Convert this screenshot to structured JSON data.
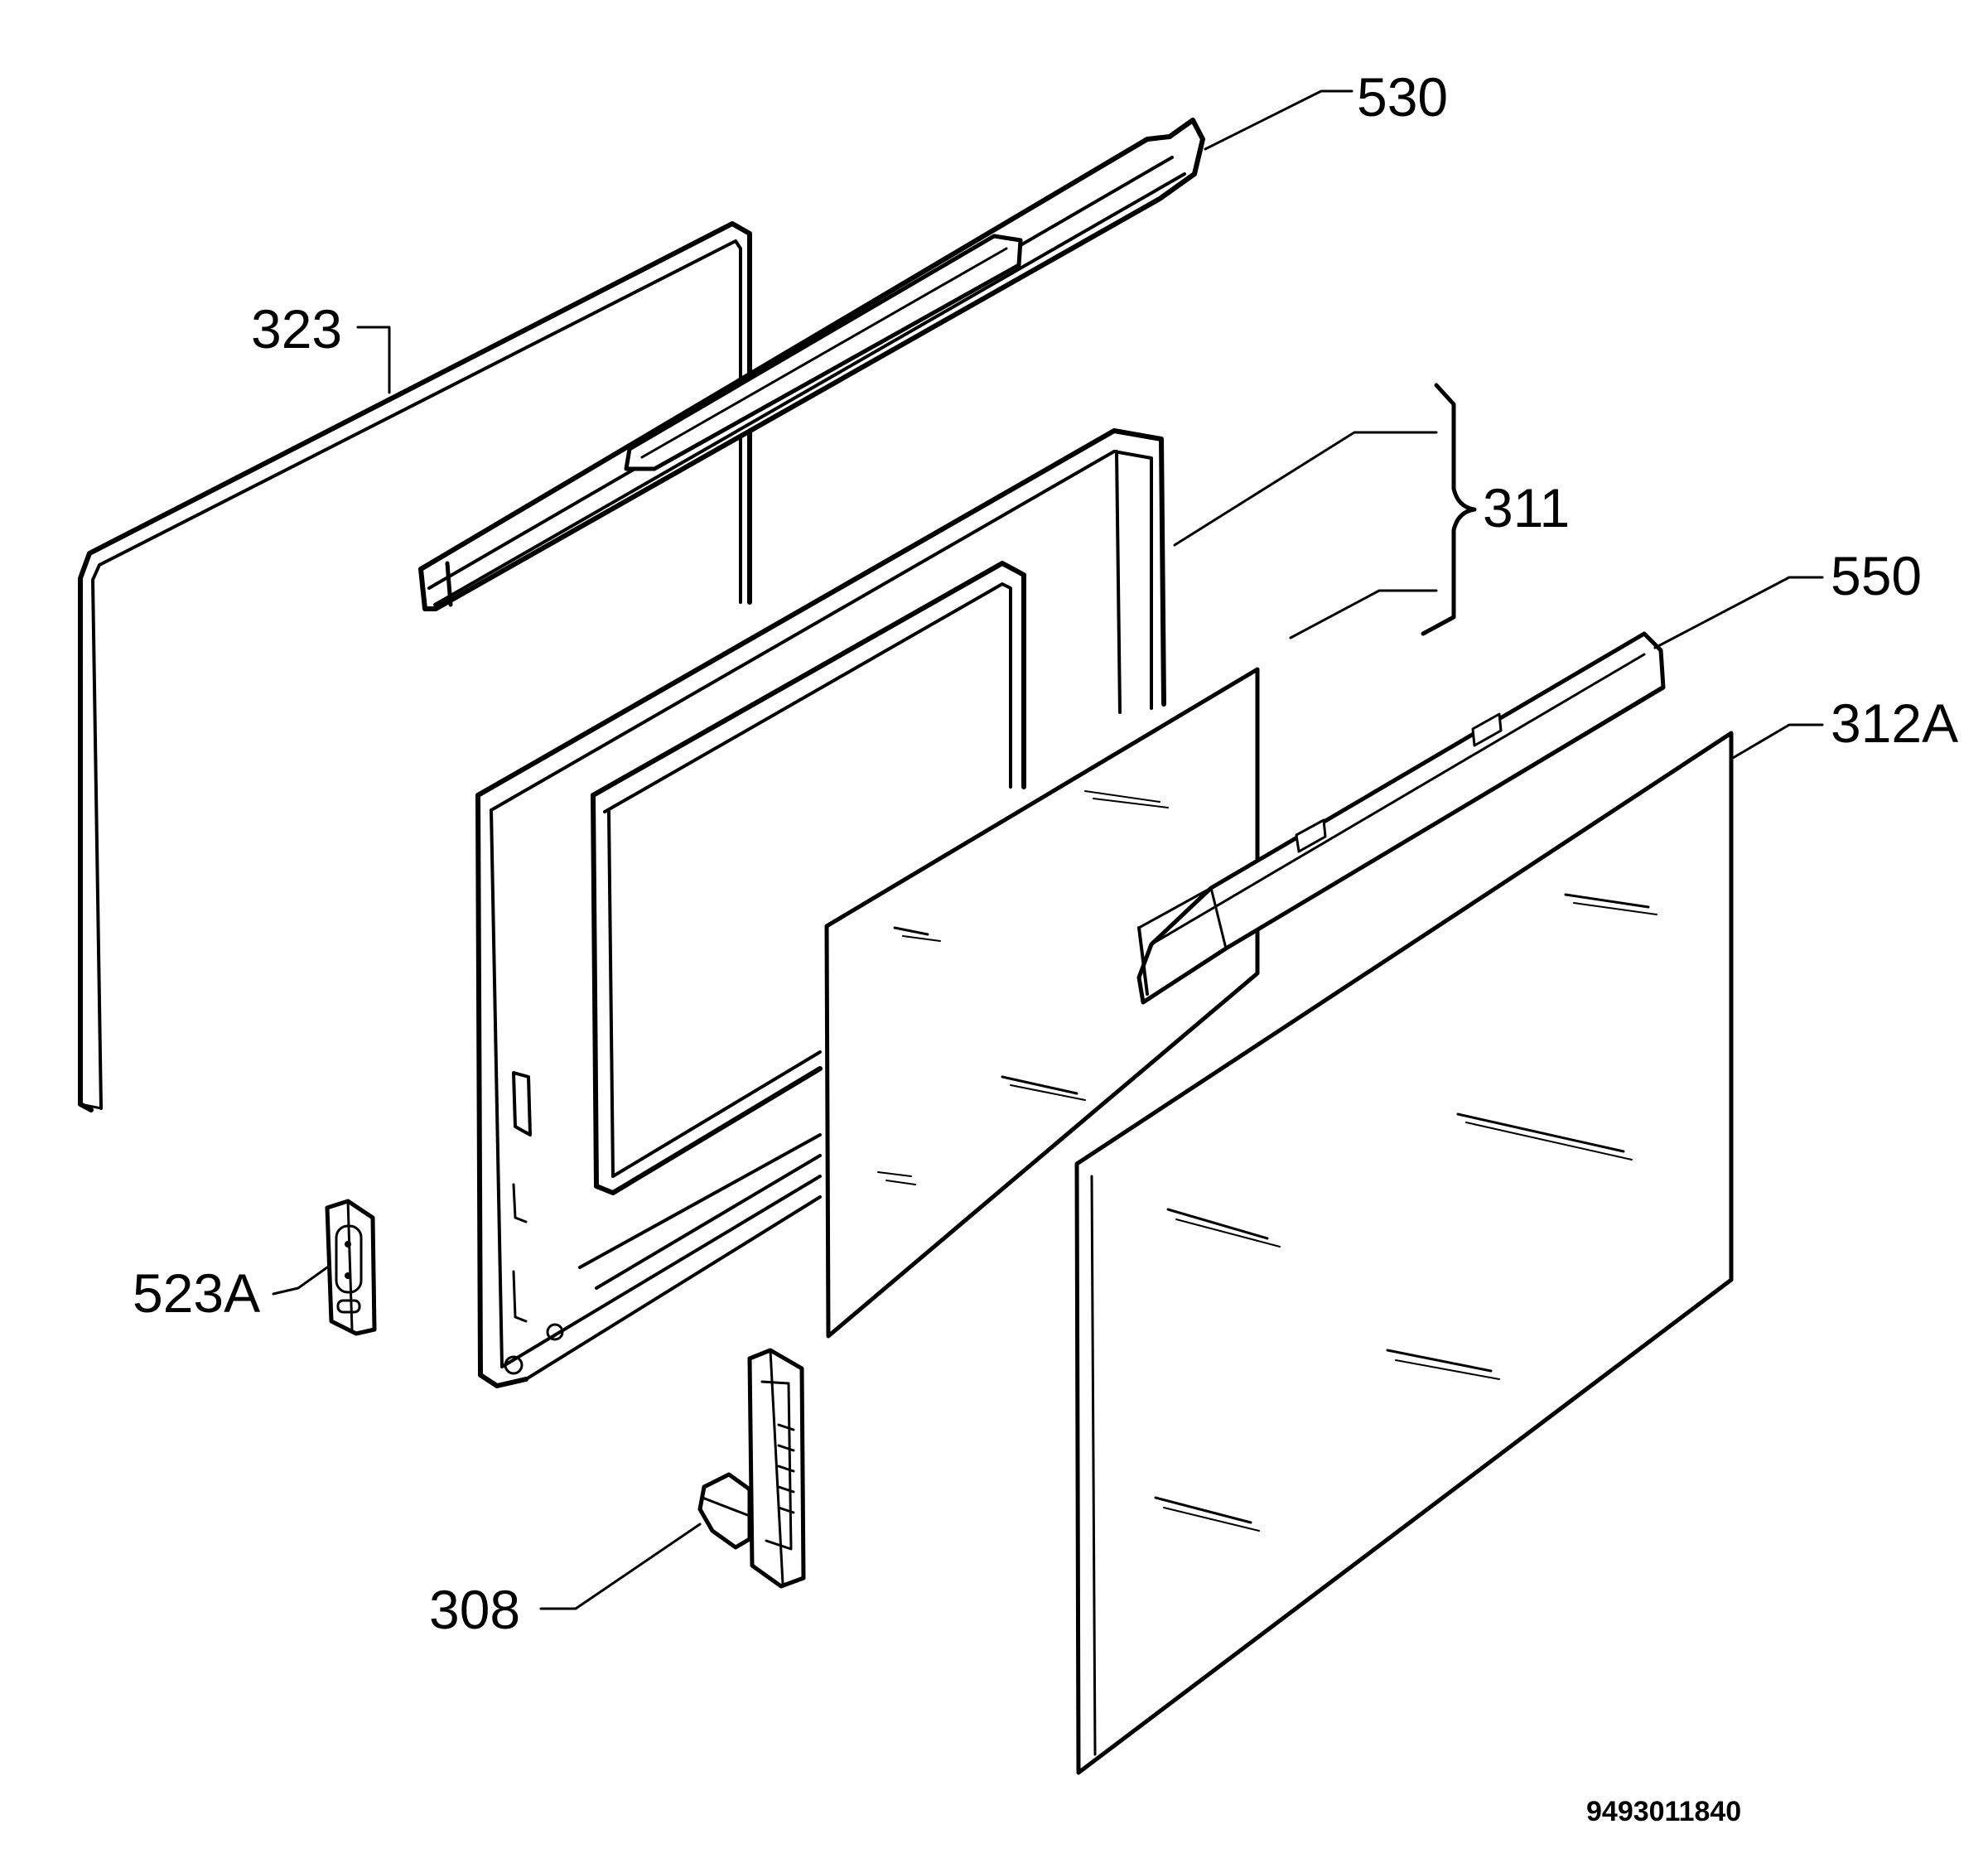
{
  "diagram": {
    "parts": [
      {
        "id": "530",
        "label": "530"
      },
      {
        "id": "323",
        "label": "323"
      },
      {
        "id": "311",
        "label": "311"
      },
      {
        "id": "550",
        "label": "550"
      },
      {
        "id": "312A",
        "label": "312A"
      },
      {
        "id": "523A",
        "label": "523A"
      },
      {
        "id": "308",
        "label": "308"
      }
    ],
    "drawing_number": "9493011840"
  }
}
